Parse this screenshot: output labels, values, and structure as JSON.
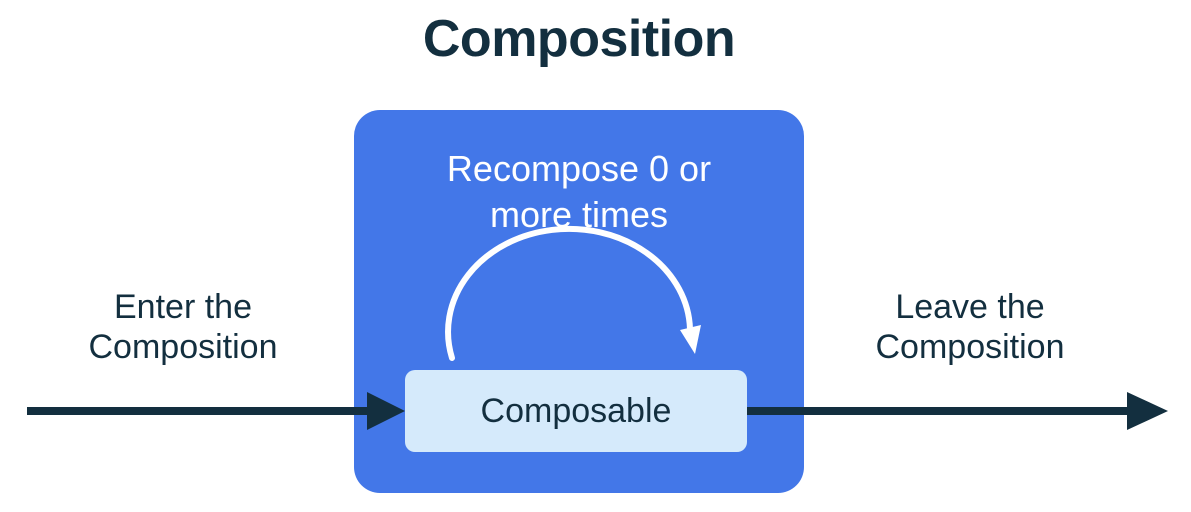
{
  "title": "Composition",
  "composition_box": {
    "recompose_label": "Recompose 0 or\nmore times"
  },
  "composable": {
    "label": "Composable"
  },
  "flow": {
    "enter_label": "Enter the\nComposition",
    "leave_label": "Leave the\nComposition"
  },
  "colors": {
    "blue": "#4377E8",
    "light_blue": "#D5EAFB",
    "dark_navy": "#132F3F",
    "white": "#FFFFFF",
    "bg": "#FFFFFF"
  }
}
